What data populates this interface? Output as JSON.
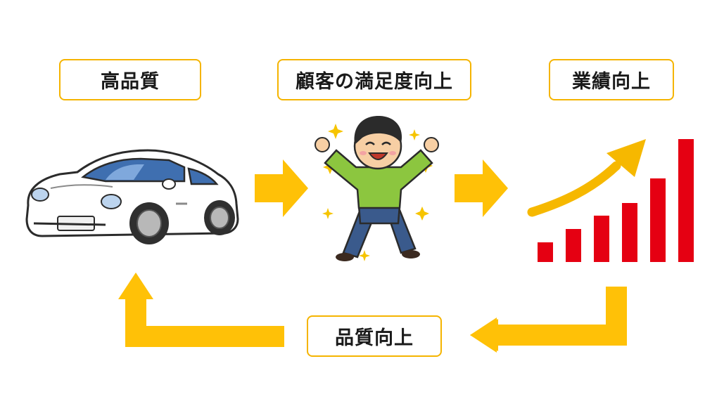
{
  "stages": {
    "high_quality": "高品質",
    "customer_satisfaction": "顧客の満足度向上",
    "business_performance": "業績向上",
    "quality_improvement": "品質向上"
  },
  "colors": {
    "arrow": "#ffc107",
    "box_border": "#f5b400",
    "bars": "#e50012",
    "growth_arrow": "#f6b800"
  }
}
